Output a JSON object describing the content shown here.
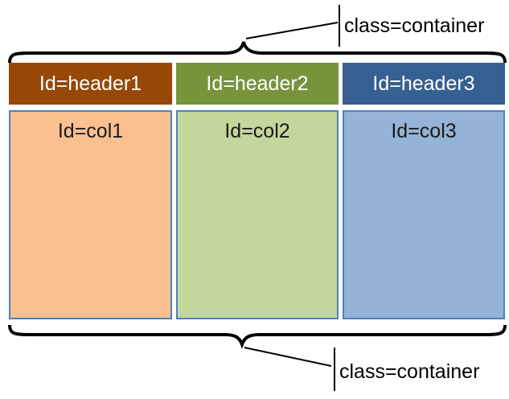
{
  "headers": [
    {
      "label": "Id=header1",
      "color": "#984806"
    },
    {
      "label": "Id=header2",
      "color": "#77933c"
    },
    {
      "label": "Id=header3",
      "color": "#376092"
    }
  ],
  "columns": [
    {
      "label": "Id=col1",
      "color": "#fac090"
    },
    {
      "label": "Id=col2",
      "color": "#c3d69b"
    },
    {
      "label": "Id=col3",
      "color": "#95b3d7"
    }
  ],
  "callouts": {
    "top": "class=container",
    "bottom": "class=container"
  },
  "colors": {
    "border": "#4f81bd",
    "line": "#000000"
  }
}
